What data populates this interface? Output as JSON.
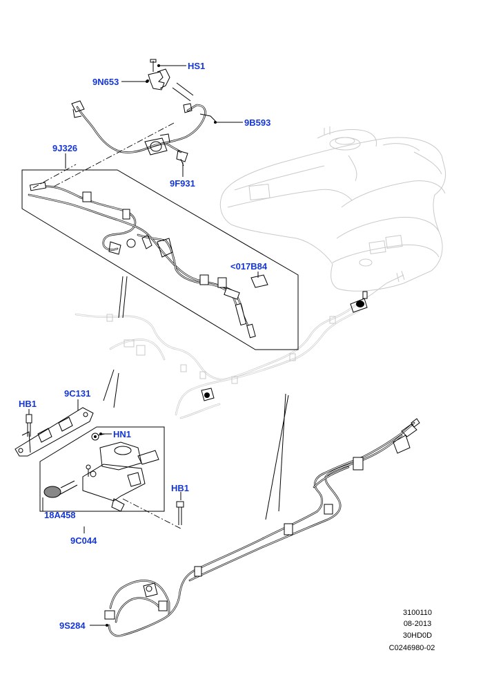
{
  "labels": {
    "hs1": "HS1",
    "n9n653": "9N653",
    "n9b593": "9B593",
    "n9j326": "9J326",
    "n9f931": "9F931",
    "n017b84": "<017B84",
    "hb1_top": "HB1",
    "n9c131": "9C131",
    "hn1": "HN1",
    "hb1_bottom": "HB1",
    "n18a458": "18A458",
    "n9c044": "9C044",
    "n9s284": "9S284"
  },
  "info_block": {
    "line1": "3100110",
    "line2": "08-2013",
    "line3": "30HD0D",
    "line4": "C0246980-02"
  },
  "colors": {
    "label": "#1436d6",
    "line": "#000000",
    "ghost": "#c9c9c9"
  }
}
